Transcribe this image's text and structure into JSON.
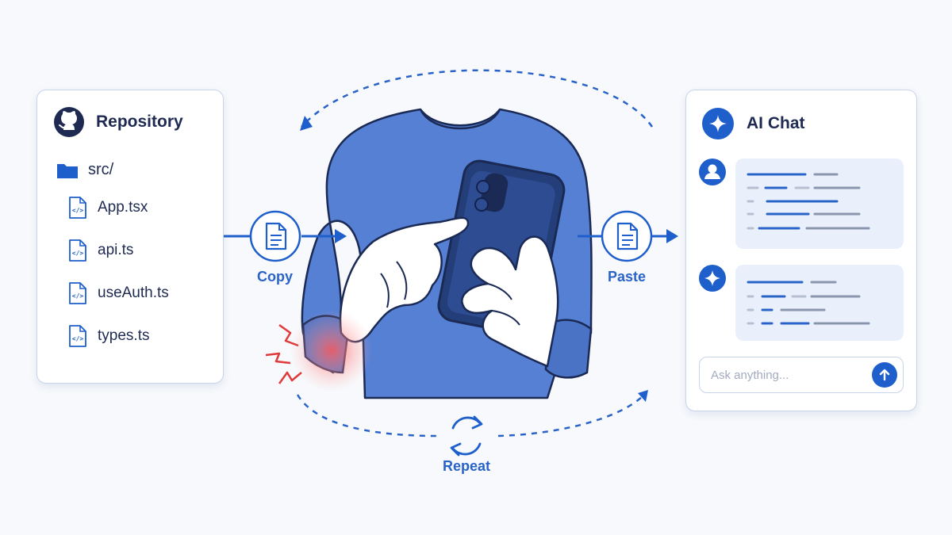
{
  "repository": {
    "title": "Repository",
    "folder": "src/",
    "files": [
      "App.tsx",
      "api.ts",
      "useAuth.ts",
      "types.ts"
    ]
  },
  "flow": {
    "copy_label": "Copy",
    "paste_label": "Paste",
    "repeat_label": "Repeat"
  },
  "ai_chat": {
    "title": "AI Chat",
    "input_placeholder": "Ask anything...",
    "messages": [
      {
        "sender": "user",
        "icon": "user-avatar-icon"
      },
      {
        "sender": "assistant",
        "icon": "sparkle-icon"
      }
    ]
  },
  "icons": {
    "repo": "github-icon",
    "folder": "folder-icon",
    "file": "code-file-icon",
    "clipboard": "document-icon",
    "repeat": "refresh-icon",
    "send": "arrow-up-icon",
    "pain": "pain-burst-icon"
  },
  "colors": {
    "accent": "#1f5fcc",
    "shirt": "#5580d4",
    "phone": "#233e78",
    "pain": "#e03a3a",
    "background": "#f7f9fc"
  }
}
